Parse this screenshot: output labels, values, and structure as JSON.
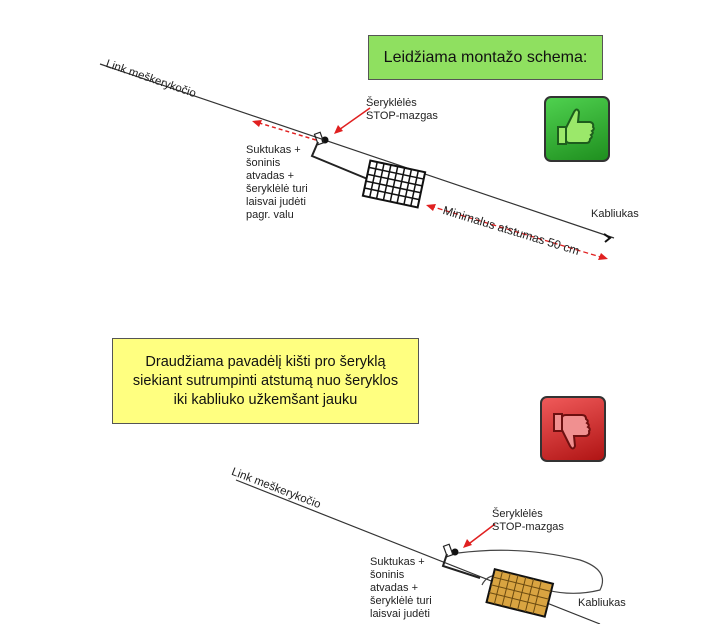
{
  "top": {
    "title": "Leidžiama montažo schema:",
    "line_label": "Link meškerykočio",
    "stop_label": "Šeryklėlės\nSTOP-mazgas",
    "swivel_label": "Suktukas +\nšoninis\natvadas +\nšeryklėlė turi\nlaisvai judėti\npagr. valu",
    "hook_label": "Kabliukas",
    "distance_label": "Minimalus atstumas 50 cm",
    "thumb_icon": "thumbs-up-icon",
    "box_color": "#8fe060"
  },
  "bottom": {
    "title": "Draudžiama pavadėlį kišti pro šeryklą\nsiekiant sutrumpinti atstumą nuo šeryklos\niki kabliuko užkemšant jauku",
    "line_label": "Link meškerykočio",
    "stop_label": "Šeryklėlės\nSTOP-mazgas",
    "swivel_label": "Suktukas +\nšoninis\natvadas +\nšeryklėlė turi\nlaisvai judėti",
    "hook_label": "Kabliukas",
    "thumb_icon": "thumbs-down-icon",
    "box_color": "#ffff80"
  },
  "colors": {
    "arrow_red": "#e02020",
    "feeder_dark": "#222222",
    "feeder_bait": "#d9a441"
  }
}
